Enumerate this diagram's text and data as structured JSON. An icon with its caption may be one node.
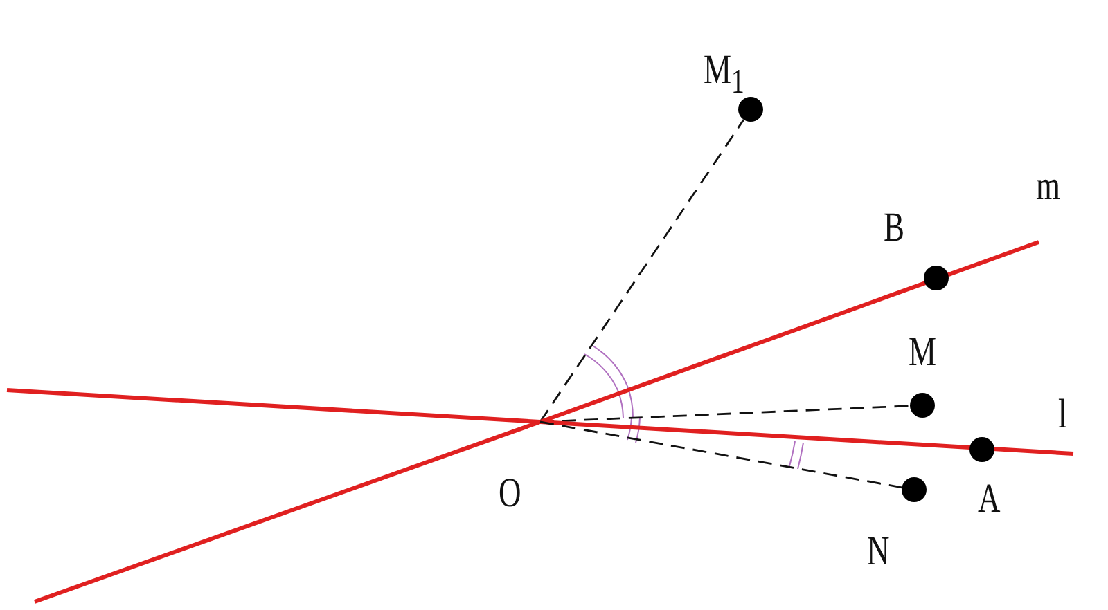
{
  "diagram": {
    "nodes": [
      {
        "text": [
          "M$_{1}$"
        ]
      },
      {
        "text": [
          "B"
        ]
      },
      {
        "text": [
          "M"
        ]
      },
      {
        "text": [
          "O"
        ]
      },
      {
        "text": [
          "A"
        ]
      },
      {
        "text": [
          "N"
        ]
      }
    ],
    "edges": [
      {
        "from": 3,
        "to": 0,
        "arrow": "none",
        "style": "dashed"
      },
      {
        "from": 3,
        "to": 1,
        "arrow": "none",
        "style": "thick",
        "color": "#e02020"
      },
      {
        "from": 3,
        "to": 2,
        "arrow": "none",
        "style": "dashed"
      },
      {
        "from": 3,
        "to": 4,
        "arrow": "none",
        "style": "thick",
        "color": "#e02020"
      },
      {
        "from": 3,
        "to": 5,
        "arrow": "none",
        "style": "dashed"
      }
    ],
    "labels": [
      "m",
      "l"
    ]
  }
}
